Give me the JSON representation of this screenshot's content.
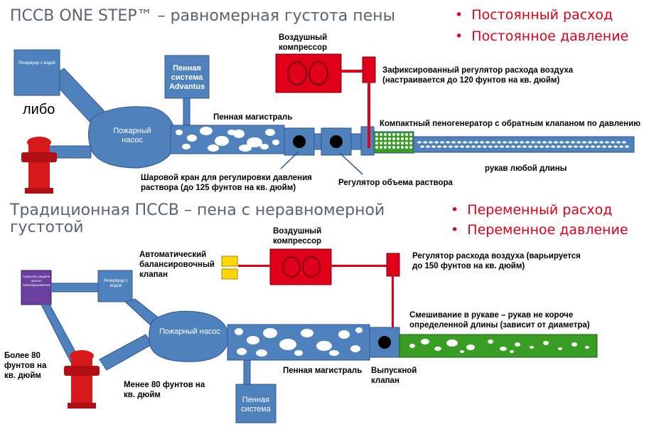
{
  "top": {
    "title": "ПССВ ONE STEP™ – равномерная густота пены",
    "bullets": [
      "Постоянный расход",
      "Постоянное давление"
    ],
    "reservoir": "Резервуар с водой",
    "or_label": "либо",
    "pump": "Пожарный насос",
    "foam_system": "Пенная система Advantus",
    "foam_main": "Пенная магистраль",
    "air_compressor": "Воздушный компрессор",
    "air_regulator": "Зафиксированный регулятор расхода воздуха (настраивается до 120 фунтов на кв. дюйм)",
    "foam_generator": "Компактный пеногенератор с обратным клапаном по давлению",
    "hose": "рукав любой длины",
    "ball_valve": "Шаровой кран для регулировки давления раствора (до 125 фунтов на кв. дюйм)",
    "volume_regulator": "Регулятор объема раствора"
  },
  "bottom": {
    "title_line1": "Традиционная ПССВ – пена с неравномерной",
    "title_line2": "густотой",
    "bullets": [
      "Переменный расход",
      "Переменное давление"
    ],
    "air_compressor": "Воздушный компрессор",
    "auto_valve": "Автоматический балансировочный клапан",
    "air_regulator": "Регулятор расхода воздуха (варьируется до 150 фунтов на кв. дюйм)",
    "reservoir": "Резервуар с водой",
    "purple_box": "Средство раздачи легкого пенообразователя",
    "pump": "Пожарный насос",
    "over80": "Более 80 фунтов на кв. дюйм",
    "under80": "Менее 80 фунтов на кв. дюйм",
    "foam_main": "Пенная магистраль",
    "outlet_valve": "Выпускной клапан",
    "foam_system": "Пенная система",
    "mixing": "Смешивание в рукаве – рукав не короче определенной длины (зависит от диаметра)"
  },
  "colors": {
    "blue": "#4f81bd",
    "blue_dark": "#2f5597",
    "red": "#e0001a",
    "green": "#3a9d23",
    "purple": "#6a3fa0",
    "yellow": "#ffd700",
    "hydrant": "#d7191c"
  }
}
